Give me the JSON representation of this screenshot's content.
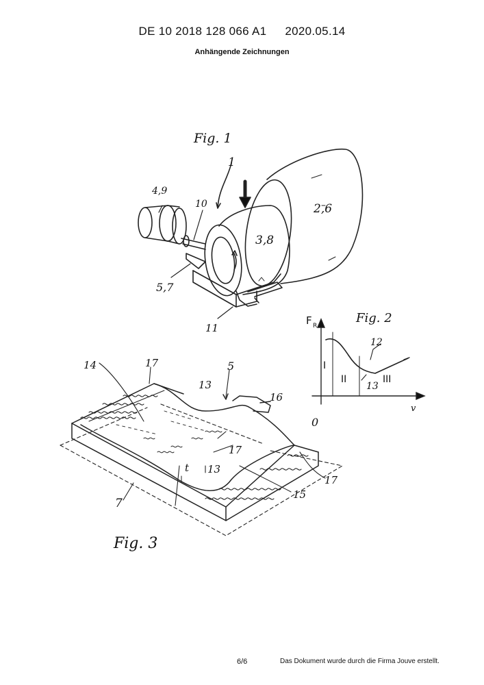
{
  "header": {
    "publication_number": "DE 10 2018 128 066 A1",
    "date": "2020.05.14",
    "subtitle": "Anhängende Zeichnungen"
  },
  "figures": {
    "fig1": {
      "caption": "Fig. 1",
      "labels": {
        "device": "1",
        "motor": "4,9",
        "shaft": "10",
        "drum_large": "2,6",
        "drum_small": "3,8",
        "pad": "5,7",
        "base": "11"
      }
    },
    "fig2": {
      "caption": "Fig. 2",
      "y_axis": "F",
      "y_sub": "R",
      "x_axis": "v",
      "origin": "0",
      "curve": "12",
      "point": "13",
      "regions": [
        "I",
        "II",
        "III"
      ]
    },
    "fig3": {
      "caption": "Fig. 3",
      "labels": {
        "l14": "14",
        "l17a": "17",
        "l5": "5",
        "l13a": "13",
        "l16": "16",
        "l17b": "17",
        "l13b": "13",
        "lt": "t",
        "l15": "15",
        "l17c": "17",
        "l7": "7"
      }
    }
  },
  "footer": {
    "page": "6/6",
    "note": "Das Dokument wurde durch die Firma Jouve erstellt."
  }
}
